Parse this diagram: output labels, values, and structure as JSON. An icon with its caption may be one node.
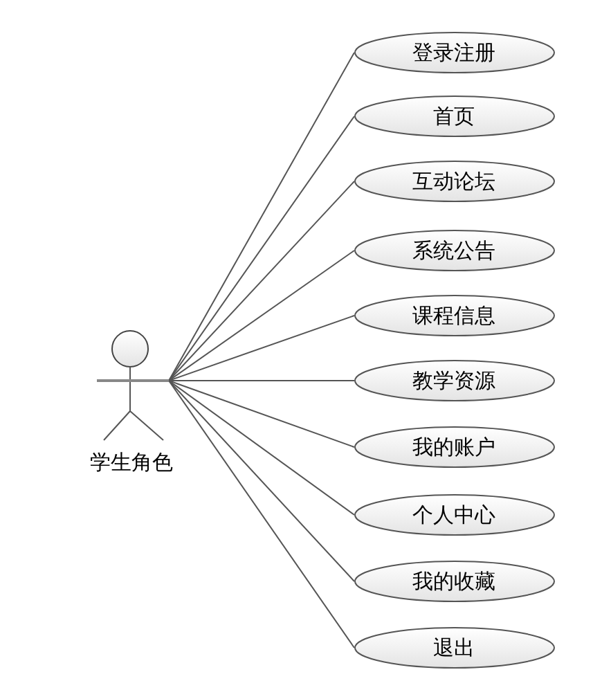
{
  "diagram": {
    "nodes": [
      {
        "text": [
          "学生角色"
        ]
      },
      {
        "text": [
          "登录注册"
        ]
      },
      {
        "text": [
          "首页"
        ]
      },
      {
        "text": [
          "互动论坛"
        ]
      },
      {
        "text": [
          "系统公告"
        ]
      },
      {
        "text": [
          "课程信息"
        ]
      },
      {
        "text": [
          "教学资源"
        ]
      },
      {
        "text": [
          "我的账户"
        ]
      },
      {
        "text": [
          "个人中心"
        ]
      },
      {
        "text": [
          "我的收藏"
        ]
      },
      {
        "text": [
          "退出"
        ]
      }
    ],
    "edges": [
      {
        "from": 0,
        "to": 1,
        "arrow": "none"
      },
      {
        "from": 0,
        "to": 2,
        "arrow": "none"
      },
      {
        "from": 0,
        "to": 3,
        "arrow": "none"
      },
      {
        "from": 0,
        "to": 4,
        "arrow": "none"
      },
      {
        "from": 0,
        "to": 5,
        "arrow": "none"
      },
      {
        "from": 0,
        "to": 6,
        "arrow": "none"
      },
      {
        "from": 0,
        "to": 7,
        "arrow": "none"
      },
      {
        "from": 0,
        "to": 8,
        "arrow": "none"
      },
      {
        "from": 0,
        "to": 9,
        "arrow": "none"
      },
      {
        "from": 0,
        "to": 10,
        "arrow": "none"
      }
    ]
  }
}
